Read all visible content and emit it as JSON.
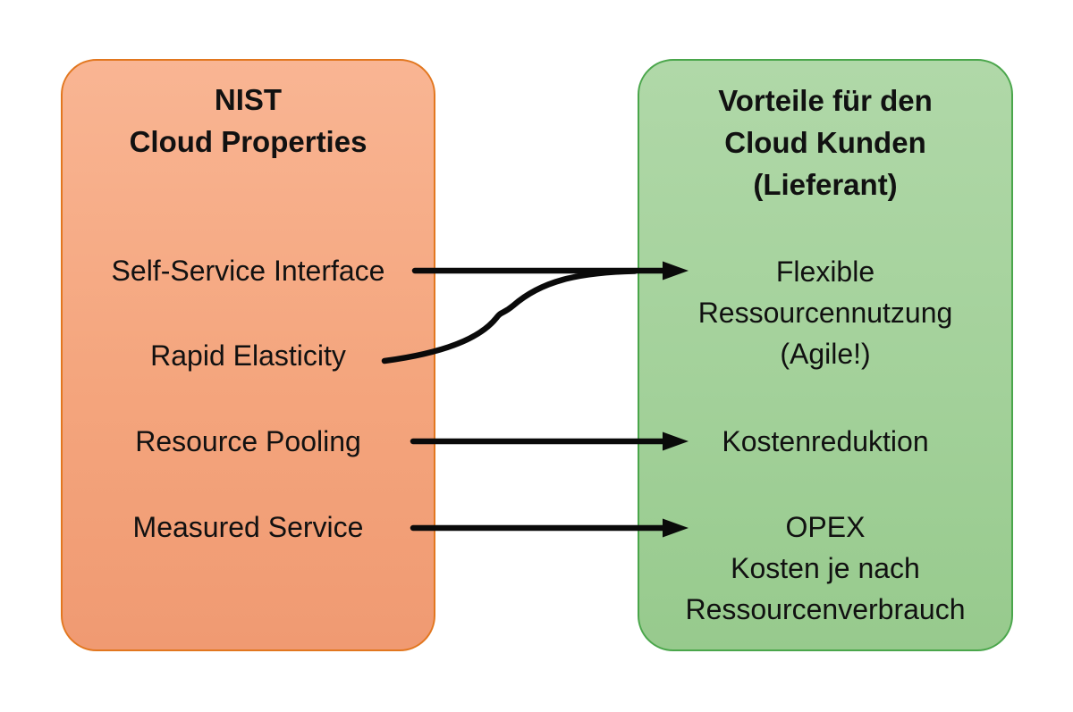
{
  "left_box": {
    "title_line1": "NIST",
    "title_line2": "Cloud Properties",
    "items": [
      {
        "label": "Self-Service Interface"
      },
      {
        "label": "Rapid Elasticity"
      },
      {
        "label": "Resource Pooling"
      },
      {
        "label": "Measured Service"
      }
    ],
    "border_color": "#e2771f",
    "fill_color": "#f4a57d"
  },
  "right_box": {
    "title_line1": "Vorteile für den",
    "title_line2": "Cloud Kunden",
    "title_line3": "(Lieferant)",
    "benefits": [
      {
        "line1": "Flexible",
        "line2": "Ressourcennutzung",
        "line3": "(Agile!)"
      },
      {
        "line1": "Kostenreduktion"
      },
      {
        "line1": "OPEX",
        "line2": "Kosten je nach",
        "line3": "Ressourcenverbrauch"
      }
    ],
    "border_color": "#4aa64b",
    "fill_color": "#a3d19a"
  },
  "connections": [
    {
      "from": "Self-Service Interface",
      "to": "Flexible Ressourcennutzung (Agile!)",
      "style": "straight-arrow"
    },
    {
      "from": "Rapid Elasticity",
      "to": "Flexible Ressourcennutzung (Agile!)",
      "style": "curve-merging-into-upper-arrow"
    },
    {
      "from": "Resource Pooling",
      "to": "Kostenreduktion",
      "style": "straight-arrow"
    },
    {
      "from": "Measured Service",
      "to": "OPEX Kosten je nach Ressourcenverbrauch",
      "style": "straight-arrow"
    }
  ],
  "arrow_color": "#0a0a0a"
}
